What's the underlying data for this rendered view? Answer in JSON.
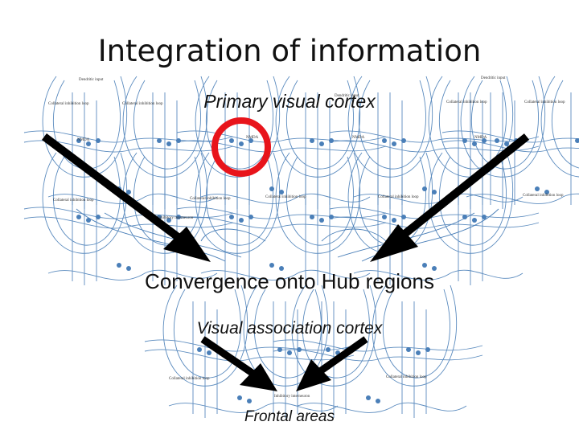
{
  "slide": {
    "title": "Integration of information",
    "labels": {
      "primary": "Primary visual cortex",
      "convergence": "Convergence onto Hub regions",
      "association": "Visual association cortex",
      "frontal": "Frontal areas"
    },
    "diagram_labels": {
      "dendritic_input": "Dendritic input",
      "collateral_inhibition_loop": "Collateral inhibition loop",
      "nmda": "NMDA",
      "inhibitory_interneuron": "Inhibitory interneuron"
    }
  },
  "colors": {
    "circuit": "#4a7fb8",
    "arrow": "#000000",
    "highlight_circle": "#e8141b"
  }
}
